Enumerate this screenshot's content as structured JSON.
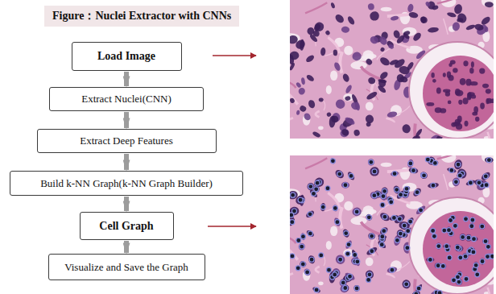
{
  "diagram": {
    "title": "Figure：Nuclei Extractor with CNNs",
    "nodes": [
      {
        "text": [
          "Load Image"
        ]
      },
      {
        "text": [
          "Extract Nuclei(CNN)"
        ]
      },
      {
        "text": [
          "Extract Deep Features"
        ]
      },
      {
        "text": [
          "Build k-NN Graph(k-NN Graph Builder)"
        ]
      },
      {
        "text": [
          "Cell Graph"
        ]
      },
      {
        "text": [
          "Visualize and Save the Graph"
        ]
      }
    ],
    "edges": [
      {
        "from": 0,
        "to": 1,
        "arrow": "to"
      },
      {
        "from": 1,
        "to": 2,
        "arrow": "to"
      },
      {
        "from": 2,
        "to": 3,
        "arrow": "to"
      },
      {
        "from": 3,
        "to": 4,
        "arrow": "to"
      },
      {
        "from": 4,
        "to": 5,
        "arrow": "to"
      }
    ]
  }
}
